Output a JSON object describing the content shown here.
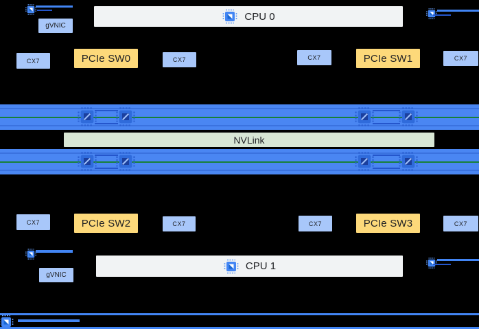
{
  "palette": {
    "background": "#000000",
    "band_blue": "#4a86f2",
    "chip_blue": "#4285f4",
    "box_blue": "#a8c7fa",
    "box_yellow": "#fdd97a",
    "box_gray": "#f1f3f4",
    "nvlink_green_fill": "#d9e7d5",
    "link_green": "#188038",
    "link_dark_blue": "#2456cc",
    "text_dark": "#202124"
  },
  "nodes": {
    "cpus": [
      {
        "label": "CPU 0"
      },
      {
        "label": "CPU 1"
      }
    ],
    "pcie_switches": [
      {
        "label": "PCIe SW0"
      },
      {
        "label": "PCIe SW1"
      },
      {
        "label": "PCIe SW2"
      },
      {
        "label": "PCIe SW3"
      }
    ],
    "nic_label": "gVNIC",
    "cx7_label": "CX7",
    "nvlink_label": "NVLink"
  },
  "icons": {
    "cpu": "cpu-chip-icon",
    "gpu": "gpu-chip-icon",
    "nic": "nic-chip-icon"
  }
}
